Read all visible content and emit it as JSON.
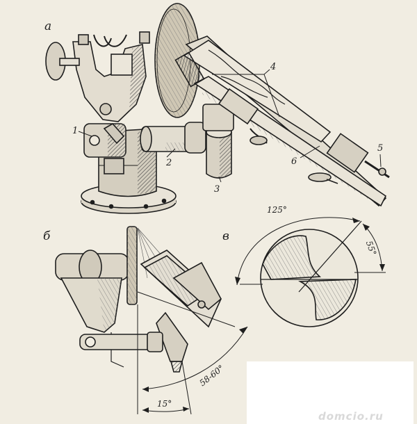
{
  "panels": {
    "a": "а",
    "b": "б",
    "v": "в"
  },
  "callouts": {
    "n1": "1",
    "n2": "2",
    "n3": "3",
    "n4": "4",
    "n5": "5",
    "n6": "6"
  },
  "angles": {
    "a125": "125°",
    "a55": "55°",
    "a5860": "58-60°",
    "a15": "15°"
  },
  "watermark": "domcio.ru",
  "colors": {
    "paper": "#f1ede2",
    "ink": "#1e1e1e",
    "shade": "#7a766c"
  }
}
